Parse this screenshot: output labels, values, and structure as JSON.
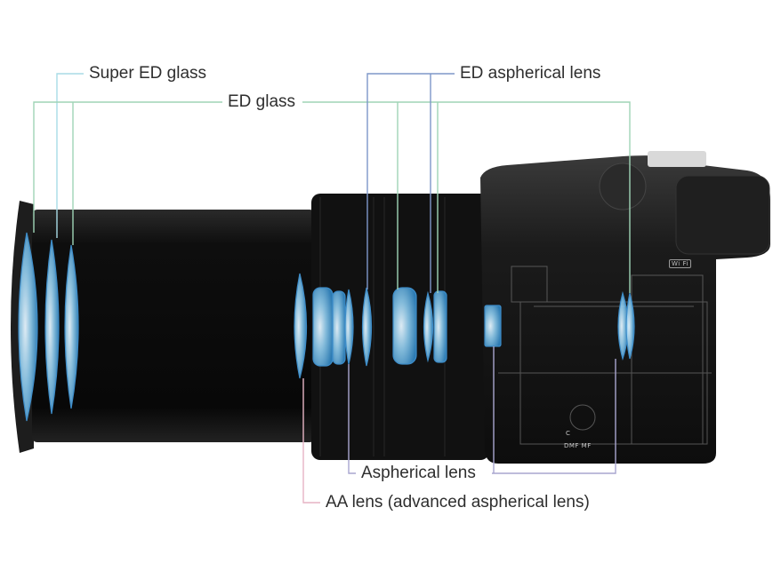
{
  "callouts": {
    "super_ed_glass": "Super ED glass",
    "ed_glass": "ED glass",
    "ed_aspherical_lens": "ED aspherical lens",
    "aspherical_lens": "Aspherical lens",
    "aa_lens": "AA lens (advanced aspherical lens)"
  },
  "camera_markings": {
    "wifi_badge": "Wi Fi",
    "mode_dial": "DMF MF",
    "af_c": "C"
  },
  "colors": {
    "background": "#ffffff",
    "super_ed_line": "#a8dbe6",
    "ed_glass_line": "#9fd4b6",
    "ed_aspherical_line": "#7e97c9",
    "aspherical_line": "#a9a6cf",
    "aa_lens_line": "#e6b4c4",
    "lens_element": "#4fa3d8",
    "camera_body": "#141414"
  }
}
